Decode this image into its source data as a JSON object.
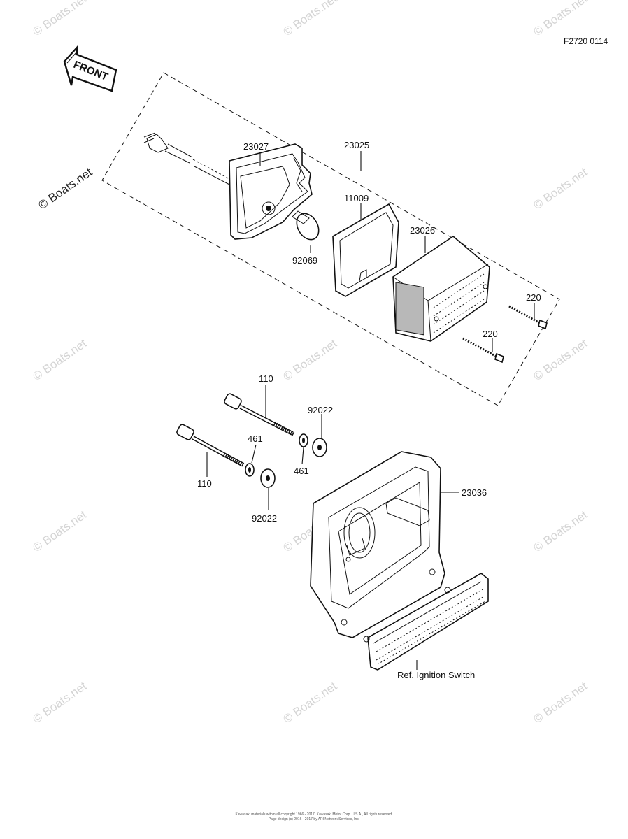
{
  "diagram": {
    "code": "F2720 0114",
    "front_label": "FRONT",
    "part_labels": {
      "p23027": "23027",
      "p23025": "23025",
      "p11009": "11009",
      "p23026": "23026",
      "p92069": "92069",
      "p220a": "220",
      "p220b": "220",
      "p110a": "110",
      "p110b": "110",
      "p92022a": "92022",
      "p92022b": "92022",
      "p461a": "461",
      "p461b": "461",
      "p23036": "23036",
      "ref": "Ref. Ignition Switch"
    },
    "watermark": "© Boats.net",
    "footer": {
      "line1": "Kawasaki materials within all copyright 1966 - 2017, Kawasaki Motor Corp. U.S.A., All rights reserved.",
      "line2": "Page design (c) 2016 - 2017 by ARI Network Services, Inc."
    }
  }
}
